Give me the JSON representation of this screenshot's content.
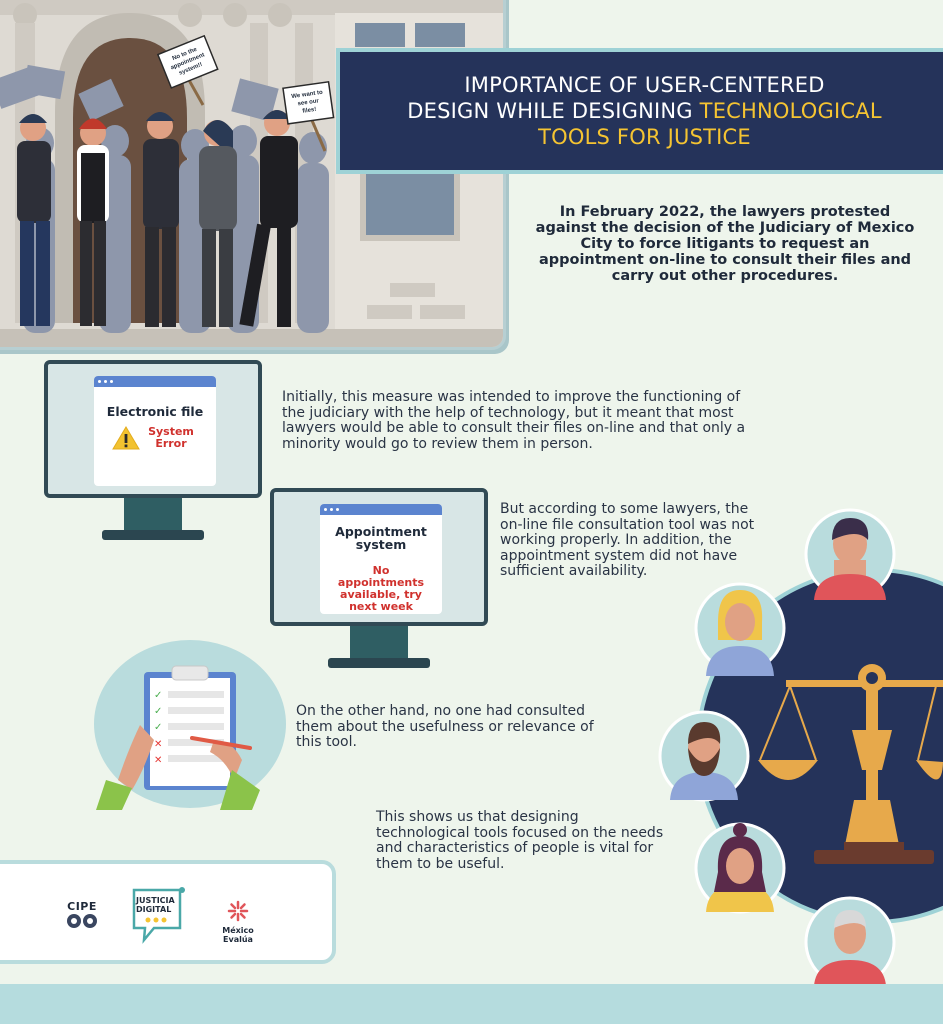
{
  "banner": {
    "title_line1": "IMPORTANCE OF USER-CENTERED",
    "title_line2_plain": "DESIGN WHILE DESIGNING ",
    "title_line2_highlight": "TECHNOLOGICAL",
    "title_line3_highlight": "TOOLS FOR JUSTICE"
  },
  "illustration": {
    "sign_left": "No to the appointment system!!",
    "sign_right": "We want to see our files!"
  },
  "intro": "In February 2022, the lawyers protested against the decision of the Judiciary of Mexico City to force litigants to request an appointment on-line to consult their files and carry out other procedures.",
  "monitor1": {
    "title": "Electronic file",
    "error": "System Error"
  },
  "monitor2": {
    "title": "Appointment system",
    "error": "No appointments available, try next week"
  },
  "paragraphs": {
    "p1": "Initially, this measure was intended to improve the functioning of the judiciary with the help of technology, but it meant that most lawyers would be able to consult their files on-line and that only a minority would go to review them in person.",
    "p2": "But according to some lawyers, the on-line file consultation tool was not working properly. In addition, the appointment system did not have sufficient availability.",
    "p3": "On the other hand, no one had consulted them about the usefulness or relevance of this tool.",
    "p4": "This shows us that designing technological tools focused on the needs and characteristics of people is vital for them to be useful."
  },
  "logos": {
    "cipe": "CIPE",
    "justicia_line1": "JUSTICIA",
    "justicia_line2": "DIGITAL",
    "mexico_evalua": "México Evalúa"
  },
  "colors": {
    "navy": "#25335a",
    "accent_yellow": "#f5c432",
    "error_red": "#d0312d",
    "teal_light": "#b5dcde",
    "background": "#eef5ec"
  }
}
